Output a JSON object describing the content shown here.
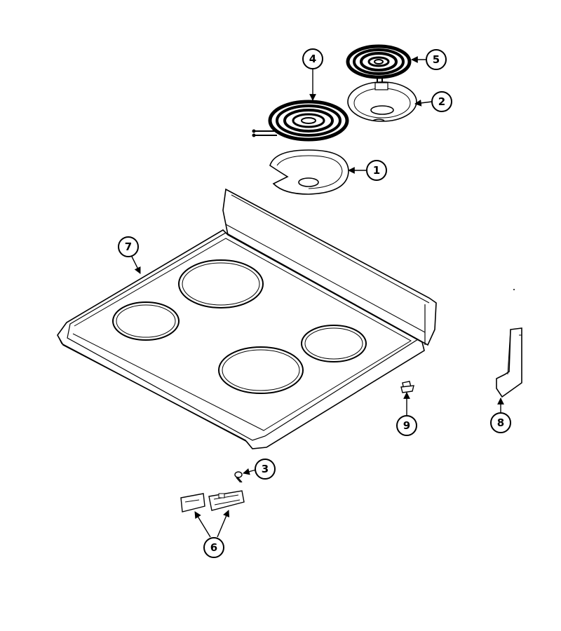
{
  "diagram": {
    "callouts": [
      {
        "id": "1",
        "label": "1"
      },
      {
        "id": "2",
        "label": "2"
      },
      {
        "id": "3",
        "label": "3"
      },
      {
        "id": "4",
        "label": "4"
      },
      {
        "id": "5",
        "label": "5"
      },
      {
        "id": "6",
        "label": "6"
      },
      {
        "id": "7",
        "label": "7"
      },
      {
        "id": "8",
        "label": "8"
      },
      {
        "id": "9",
        "label": "9"
      }
    ],
    "colors": {
      "line": "#000000",
      "fill": "#ffffff"
    }
  }
}
